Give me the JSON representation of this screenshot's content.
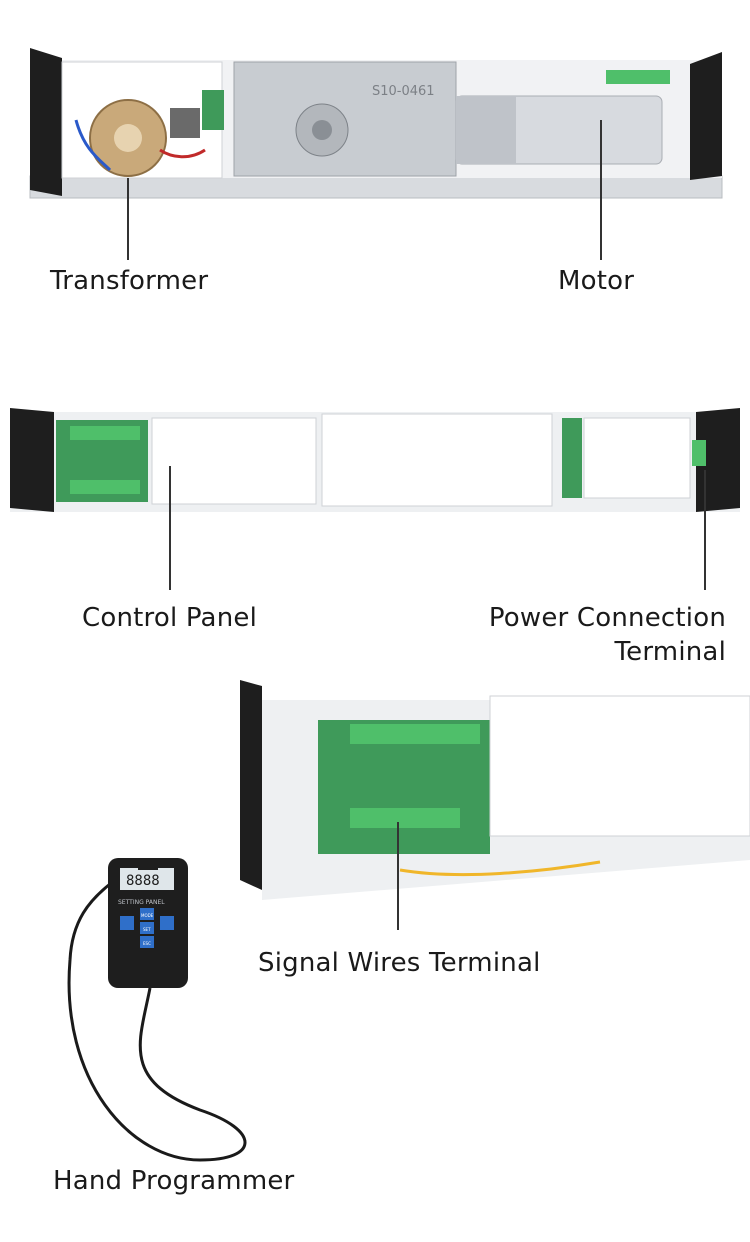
{
  "labels": {
    "transformer": "Transformer",
    "motor": "Motor",
    "control_panel": "Control Panel",
    "power_terminal_line1": "Power Connection",
    "power_terminal_line2": "Terminal",
    "signal_terminal": "Signal Wires Terminal",
    "hand_programmer": "Hand Programmer"
  },
  "device_text": {
    "gearbox_code": "S10-0461",
    "programmer_display": "8888",
    "programmer_panel": "SETTING PANEL",
    "programmer_key_mode": "MODE",
    "programmer_key_set": "SET",
    "programmer_key_esc": "ESC"
  },
  "colors": {
    "pcb_green": "#3f9a5a",
    "terminal_green": "#4fbf6a",
    "housing_silver": "#e3e5e8",
    "end_cap_black": "#1e1e1e",
    "programmer_key_blue": "#2f6fc9"
  }
}
